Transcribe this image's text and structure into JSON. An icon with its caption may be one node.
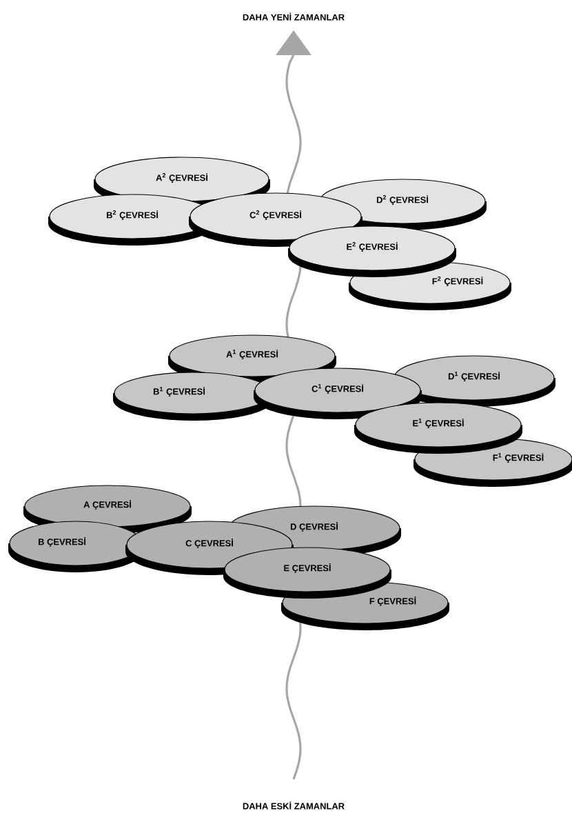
{
  "diagram": {
    "nodes": [
      {
        "text": [
          "A$^{2}$ ÇEVRESİ"
        ]
      },
      {
        "text": [
          "B$^{2}$ ÇEVRESİ"
        ]
      },
      {
        "text": [
          "C$^{2}$ ÇEVRESİ"
        ]
      },
      {
        "text": [
          "D$^{2}$ ÇEVRESİ"
        ]
      },
      {
        "text": [
          "E$^{2}$ ÇEVRESİ"
        ]
      },
      {
        "text": [
          "F$^{2}$ ÇEVRESİ"
        ]
      },
      {
        "text": [
          "A$^{1}$ ÇEVRESİ"
        ]
      },
      {
        "text": [
          "B$^{1}$ ÇEVRESİ"
        ]
      },
      {
        "text": [
          "C$^{1}$ ÇEVRESİ"
        ]
      },
      {
        "text": [
          "D$^{1}$ ÇEVRESİ"
        ]
      },
      {
        "text": [
          "E$^{1}$ ÇEVRESİ"
        ]
      },
      {
        "text": [
          "F$^{1}$ ÇEVRESİ"
        ]
      },
      {
        "text": [
          "A ÇEVRESİ"
        ]
      },
      {
        "text": [
          "B ÇEVRESİ"
        ]
      },
      {
        "text": [
          "C ÇEVRESİ"
        ]
      },
      {
        "text": [
          "D ÇEVRESİ"
        ]
      },
      {
        "text": [
          "E ÇEVRESİ"
        ]
      },
      {
        "text": [
          "F ÇEVRESİ"
        ]
      }
    ],
    "labels": [
      "DAHA YENİ ZAMANLAR",
      "DAHA ESKİ ZAMANLAR"
    ]
  }
}
